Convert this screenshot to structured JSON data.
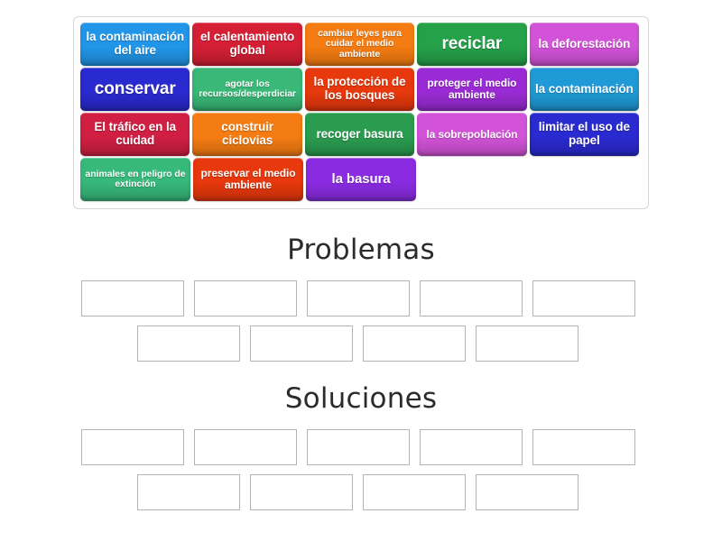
{
  "activity": {
    "type": "group-sort",
    "tray_label": "word-tile-tray"
  },
  "tray": {
    "tiles": [
      {
        "label": "la contaminación del aire",
        "color": "#2196e8",
        "size": "md"
      },
      {
        "label": "el calentamiento global",
        "color": "#d41f35",
        "size": "md"
      },
      {
        "label": "cambiar leyes para cuidar el medio ambiente",
        "color": "#f57c12",
        "size": "xs"
      },
      {
        "label": "reciclar",
        "color": "#25a149",
        "size": "xl"
      },
      {
        "label": "la deforestación",
        "color": "#d253d8",
        "size": "md"
      },
      {
        "label": "conservar",
        "color": "#2a2ad1",
        "size": "xl"
      },
      {
        "label": "agotar los recursos/desperdiciar",
        "color": "#3ab878",
        "size": "xs"
      },
      {
        "label": "la protección de los bosques",
        "color": "#e8380d",
        "size": "md"
      },
      {
        "label": "proteger el medio ambiente",
        "color": "#9a2bd4",
        "size": "sm"
      },
      {
        "label": "la contaminación",
        "color": "#1f9ad6",
        "size": "md"
      },
      {
        "label": "El tráfico en la cuidad",
        "color": "#d01f42",
        "size": "md"
      },
      {
        "label": "construir ciclovias",
        "color": "#f57c12",
        "size": "md"
      },
      {
        "label": "recoger basura",
        "color": "#2a9c4f",
        "size": "md"
      },
      {
        "label": "la sobrepoblación",
        "color": "#d253d8",
        "size": "sm"
      },
      {
        "label": "limitar el uso de papel",
        "color": "#2a2ad1",
        "size": "md"
      },
      {
        "label": "animales en peligro de extinción",
        "color": "#37b97c",
        "size": "xs"
      },
      {
        "label": "preservar el medio ambiente",
        "color": "#e8380d",
        "size": "sm"
      },
      {
        "label": "la basura",
        "color": "#8a2be2",
        "size": "lg"
      }
    ],
    "rows": [
      [
        0,
        1,
        2,
        3,
        4
      ],
      [
        5,
        6,
        7,
        8,
        9
      ],
      [
        10,
        11,
        12,
        13,
        14
      ],
      [
        15,
        16,
        17
      ]
    ]
  },
  "groups": [
    {
      "title": "Problemas",
      "rows": [
        {
          "slots": [
            "",
            "",
            "",
            "",
            ""
          ]
        },
        {
          "slots": [
            "",
            "",
            "",
            ""
          ]
        }
      ]
    },
    {
      "title": "Soluciones",
      "rows": [
        {
          "slots": [
            "",
            "",
            "",
            "",
            ""
          ]
        },
        {
          "slots": [
            "",
            "",
            "",
            ""
          ]
        }
      ]
    }
  ],
  "colors": {
    "page_background": "#ffffff",
    "tray_border": "#d6d6d6",
    "dropzone_border": "#b4b4b4",
    "heading_text": "#2b2b2b",
    "tile_text": "#ffffff"
  }
}
